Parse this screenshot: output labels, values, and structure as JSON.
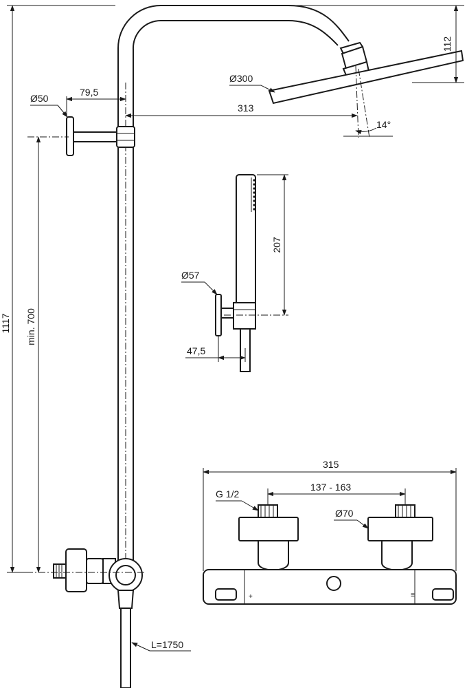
{
  "labels": {
    "total_height": "1117",
    "min_height": "min. 700",
    "outlet_dia": "Ø50",
    "outlet_offset": "79,5",
    "arm_reach": "313",
    "head_dia": "Ø300",
    "head_height": "112",
    "tilt_angle": "14°",
    "handset_length": "207",
    "holder_dia": "Ø57",
    "holder_depth": "47,5",
    "mixer_width": "315",
    "thread": "G 1/2",
    "inlet_centers": "137 - 163",
    "knob_dia": "Ø70",
    "hose_length": "L=1750",
    "temp_marks": "+",
    "flow_marks": "≡"
  }
}
